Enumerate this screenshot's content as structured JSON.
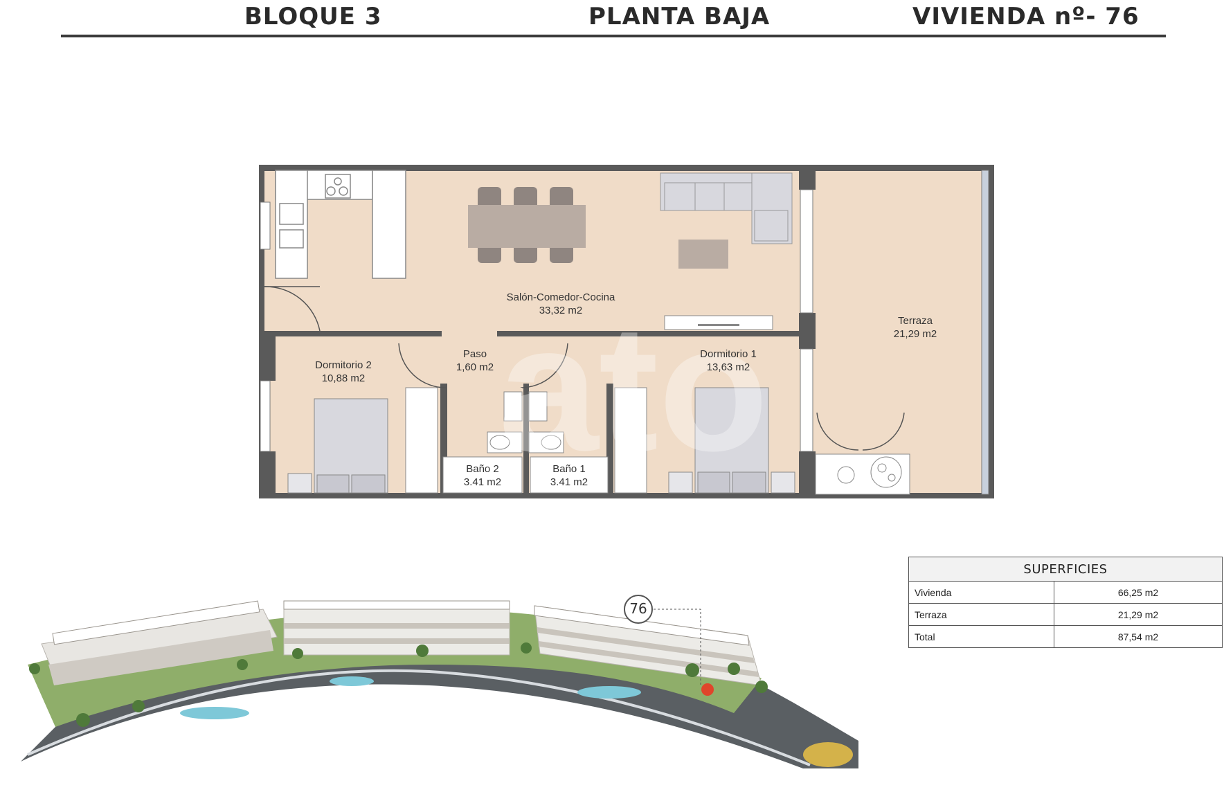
{
  "header": {
    "block": "BLOQUE 3",
    "floor": "PLANTA BAJA",
    "unit": "VIVIENDA nº- 76"
  },
  "rooms": [
    {
      "name": "Salón-Comedor-Cocina",
      "area": "33,32 m2"
    },
    {
      "name": "Terraza",
      "area": "21,29 m2"
    },
    {
      "name": "Dormitorio 2",
      "area": "10,88 m2"
    },
    {
      "name": "Paso",
      "area": "1,60 m2"
    },
    {
      "name": "Dormitorio 1",
      "area": "13,63 m2"
    },
    {
      "name": "Baño 2",
      "area": "3.41 m2"
    },
    {
      "name": "Baño 1",
      "area": "3.41 m2"
    }
  ],
  "superficies": {
    "title": "SUPERFICIES",
    "rows": [
      {
        "label": "Vivienda",
        "value": "66,25 m2"
      },
      {
        "label": "Terraza",
        "value": "21,29 m2"
      },
      {
        "label": "Total",
        "value": "87,54 m2"
      }
    ]
  },
  "aerial": {
    "marker": "76"
  },
  "colors": {
    "floor": "#f0dcc8",
    "wall": "#5a5a5a",
    "furniture": "#d8d8de",
    "table": "#b9aca3"
  }
}
